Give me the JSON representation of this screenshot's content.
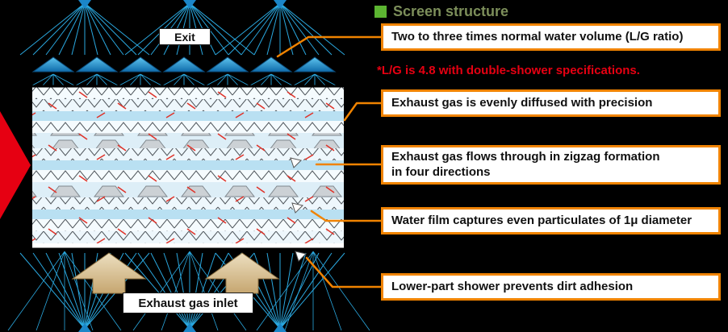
{
  "header": {
    "title": "Screen structure"
  },
  "diagram": {
    "exit_label": "Exit",
    "inlet_label": "Exhaust gas inlet"
  },
  "note": {
    "text": "*L/G is 4.8 with double-shower specifications."
  },
  "annotations": [
    {
      "text": "Two to three times normal water volume (L/G ratio)"
    },
    {
      "text": "Exhaust gas is evenly diffused with precision"
    },
    {
      "text": "Exhaust gas flows through in zigzag formation\nin four directions"
    },
    {
      "text": "Water film captures even particulates of 1μ diameter"
    },
    {
      "text": "Lower-part shower prevents dirt adhesion"
    }
  ],
  "colors": {
    "background": "#000000",
    "annotation_border": "#f08300",
    "connector_orange": "#f08300",
    "spray_blue": "#2aa7de",
    "nozzle_blue_dark": "#0f6cab",
    "flow_arrow_red": "#e60012",
    "note_red": "#e60012",
    "inlet_arrow_tan": "#d8c29a",
    "title_bullet_green": "#5cb531",
    "title_text_green": "#7c8e5a",
    "screen_band_blue": "#b9e0f2",
    "trapezoid_gray": "#ccd1d5"
  }
}
